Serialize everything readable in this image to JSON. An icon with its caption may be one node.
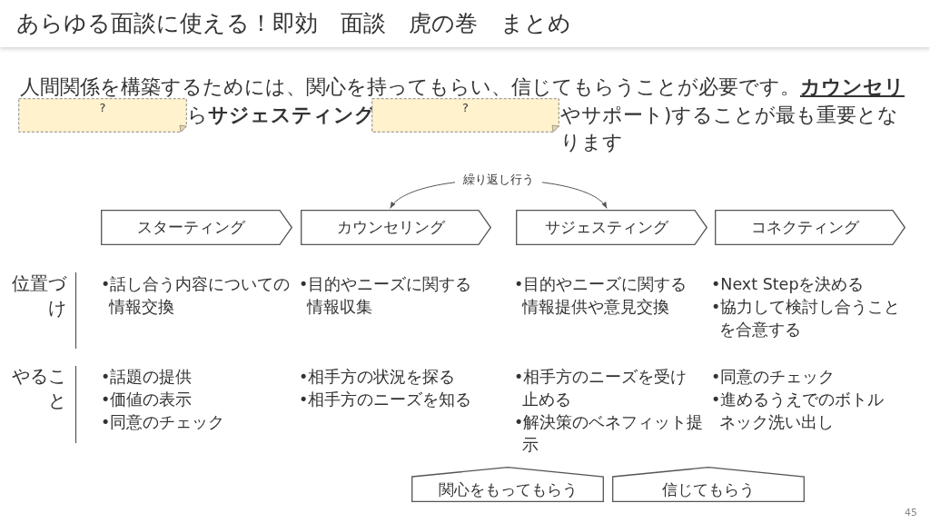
{
  "diagram": {
    "title": "あらゆる面談に使える！即効　面談　虎の巻　まとめ",
    "nodes": [
      {
        "text": [
          "?"
        ]
      },
      {
        "text": [
          "?"
        ]
      },
      {
        "text": [
          "スターティング"
        ]
      },
      {
        "text": [
          "カウンセリング"
        ]
      },
      {
        "text": [
          "サジェスティング"
        ]
      },
      {
        "text": [
          "コネクティング"
        ]
      },
      {
        "text": [
          "関心をもってもらう"
        ]
      },
      {
        "text": [
          "信じてもらう"
        ]
      }
    ],
    "edges": [
      {
        "from": 3,
        "to": 4,
        "arrow": "both",
        "label": "繰り返し行う"
      }
    ],
    "labels": [
      "人間関係を構築するためには、関心を持ってもらい、信じてもらうことが必要です。**カウンセリ**",
      "ら**サジェスティング**",
      "やサポート)することが最も重要となります",
      "位置づけ",
      "•話し合う内容についての情報交換",
      "•目的やニーズに関する情報収集",
      "•目的やニーズに関する情報提供や意見交換",
      "•Next Stepを決める",
      "•協力して検討し合うことを合意する",
      "やること",
      "•話題の提供",
      "•価値の表示",
      "•同意のチェック",
      "•相手方の状況を探る",
      "•相手方のニーズを知る",
      "•相手方のニーズを受け止める",
      "•解決策のベネフィット提示",
      "•同意のチェック",
      "•進めるうえでのボトルネック洗い出し",
      "45"
    ]
  }
}
